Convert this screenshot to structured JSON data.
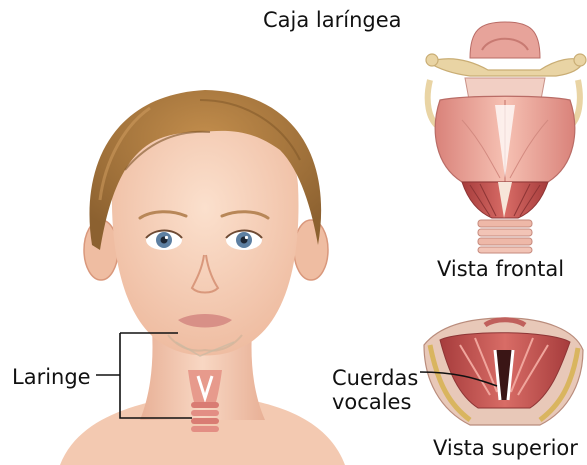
{
  "labels": {
    "caja_laringea": "Caja laríngea",
    "vista_frontal": "Vista frontal",
    "laringe": "Laringe",
    "cuerdas_vocales_line1": "Cuerdas",
    "cuerdas_vocales_line2": "vocales",
    "vista_superior": "Vista superior"
  },
  "colors": {
    "skin": "#f7d3bd",
    "skin_shadow": "#e7b197",
    "hair": "#a9773b",
    "hair_dark": "#7b5426",
    "eye_iris": "#5d7fa1",
    "lips": "#d89087",
    "cartilage": "#f0b4a5",
    "muscle": "#c85552",
    "muscle_dark": "#9c3a3b",
    "bone": "#e9d4a4",
    "trachea_ring": "#eeb8a8",
    "leader_line": "#111111"
  }
}
